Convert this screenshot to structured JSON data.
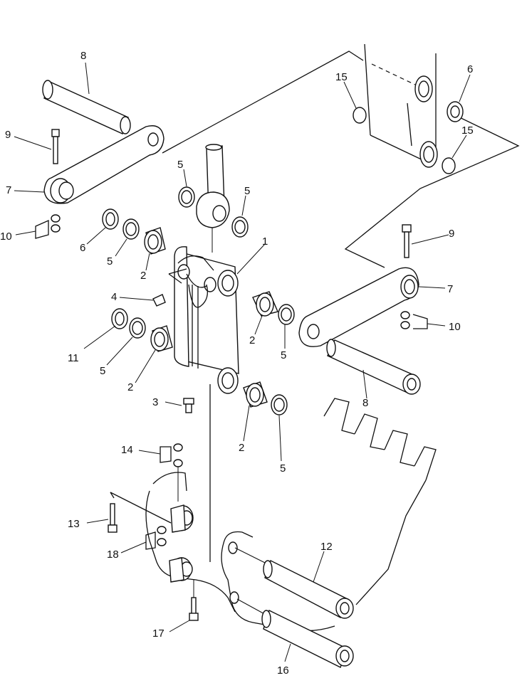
{
  "diagram": {
    "callouts": [
      "1",
      "2",
      "2",
      "2",
      "2",
      "3",
      "4",
      "5",
      "5",
      "5",
      "5",
      "5",
      "5",
      "6",
      "6",
      "7",
      "7",
      "8",
      "8",
      "9",
      "9",
      "10",
      "10",
      "11",
      "12",
      "13",
      "14",
      "15",
      "15",
      "16",
      "17",
      "18"
    ]
  }
}
